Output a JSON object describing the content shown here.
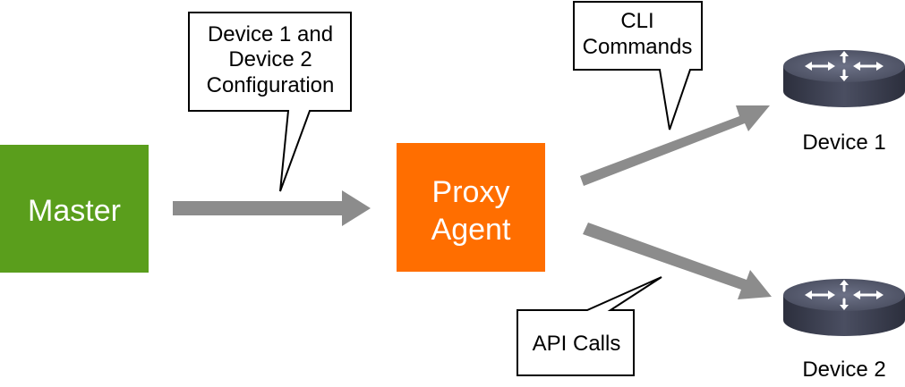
{
  "nodes": {
    "master": {
      "label": "Master",
      "color": "#5a9e1c"
    },
    "proxy": {
      "label_lines": [
        "Proxy",
        "Agent"
      ],
      "color": "#ff6e00"
    }
  },
  "callouts": {
    "config": {
      "lines": [
        "Device 1 and",
        "Device 2",
        "Configuration"
      ]
    },
    "cli": {
      "lines": [
        "CLI",
        "Commands"
      ]
    },
    "api": {
      "lines": [
        "API Calls"
      ]
    }
  },
  "devices": [
    {
      "label": "Device 1",
      "icon": "router-icon"
    },
    {
      "label": "Device 2",
      "icon": "router-icon"
    }
  ],
  "colors": {
    "arrow": "#8c8c8c",
    "router_body": "#3a3d4e",
    "router_top": "#5b6073"
  }
}
